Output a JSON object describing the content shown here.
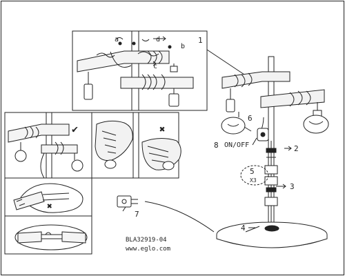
{
  "product_code": "BLA32919-04",
  "website": "www.eglo.com",
  "callouts": {
    "one": "1",
    "two": "2",
    "three": "3",
    "four": "4",
    "five": "5",
    "x3": "X3",
    "six": "6",
    "seven": "7",
    "eight": "8",
    "on_off": "ON/OFF",
    "a": "a",
    "b": "b",
    "c": "c",
    "d": "d"
  },
  "marks": {
    "check": "✔",
    "cross": "✖"
  }
}
